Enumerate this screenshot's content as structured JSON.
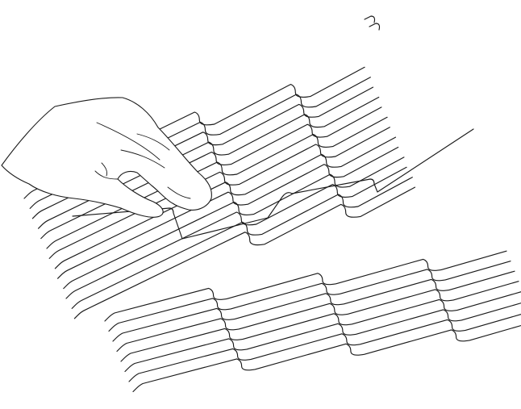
{
  "figure": {
    "subject": "wire-mesh-conveyor-belt-illustration",
    "line_color": "#1a1a1a",
    "background": "#ffffff"
  },
  "panels": [
    {
      "id": "upper-belt-section",
      "strand_count": 13
    },
    {
      "id": "lower-belt-section",
      "strand_count": 8
    }
  ]
}
